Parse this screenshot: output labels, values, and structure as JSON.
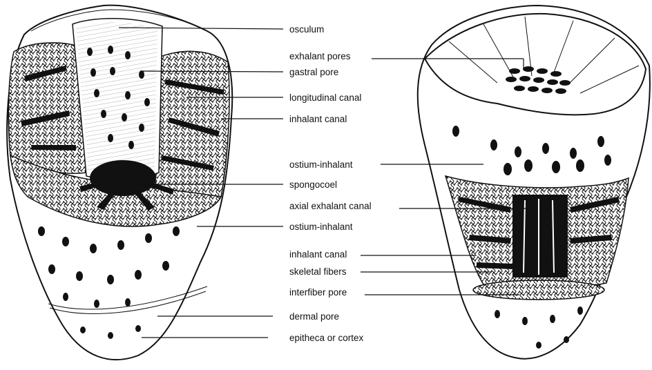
{
  "left_specimen": {
    "labels": [
      "osculum",
      "gastral pore",
      "longitudinal canal",
      "inhalant canal",
      "spongocoel",
      "ostium-inhalant",
      "dermal pore",
      "epitheca or cortex"
    ]
  },
  "right_specimen": {
    "labels": [
      "exhalant pores",
      "ostium-inhalant",
      "axial exhalant canal",
      "inhalant canal",
      "skeletal fibers",
      "interfiber pore"
    ]
  }
}
